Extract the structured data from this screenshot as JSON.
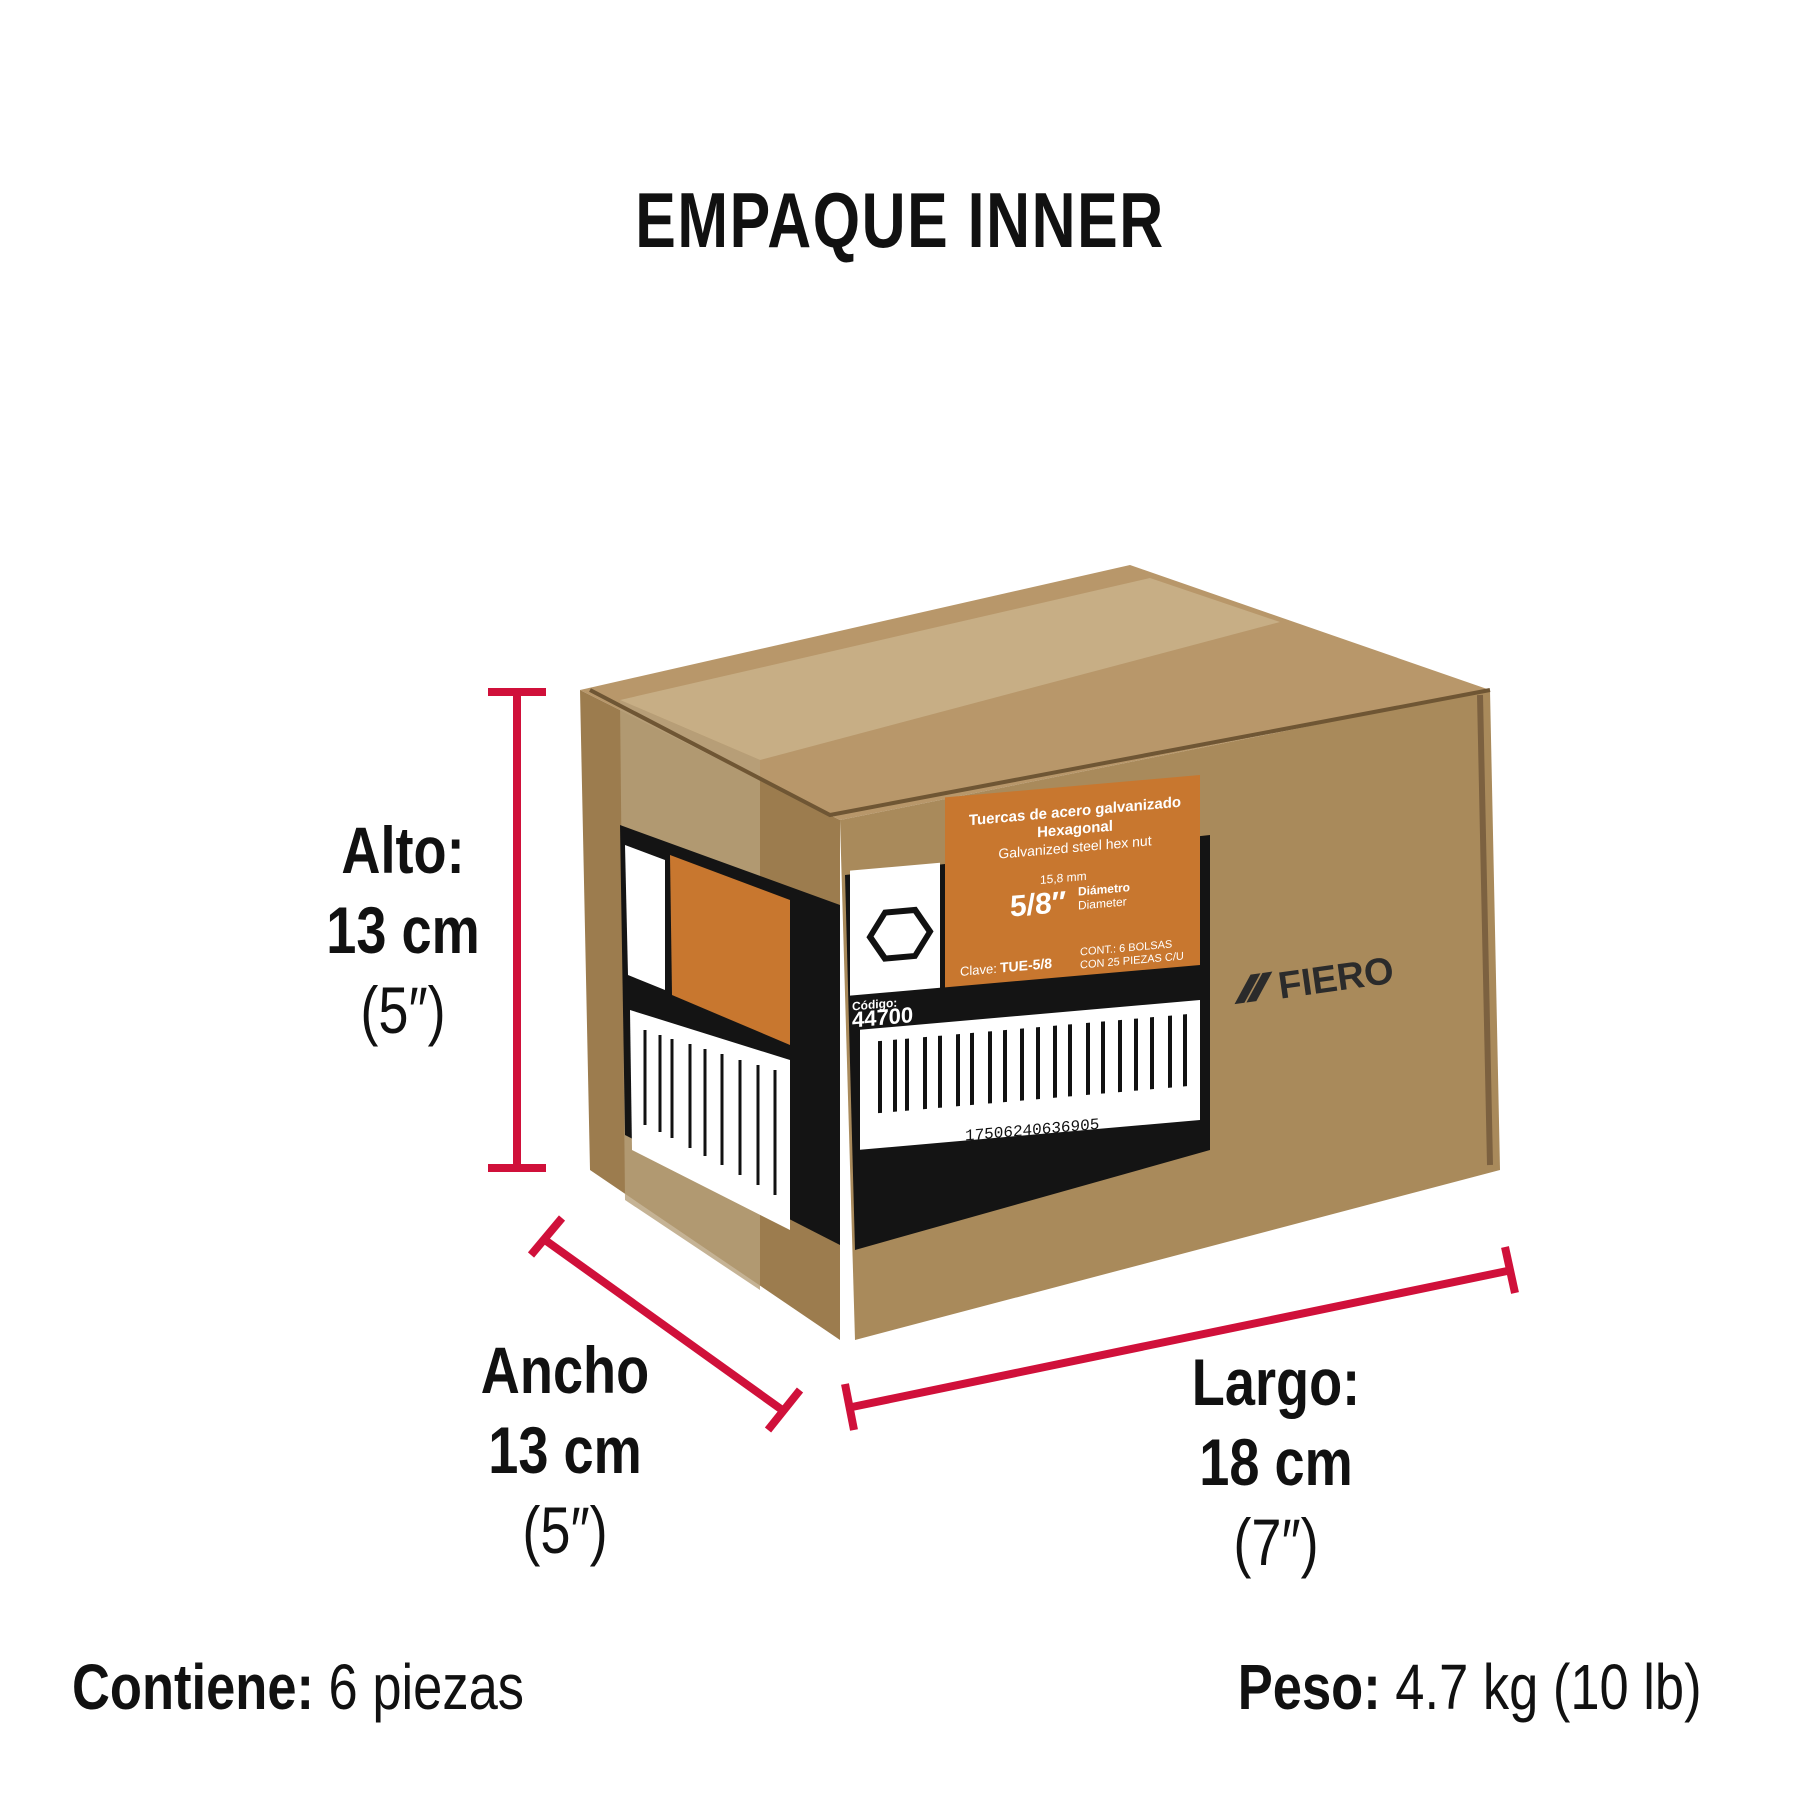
{
  "title": "EMPAQUE INNER",
  "dimensions": {
    "alto": {
      "label": "Alto:",
      "metric": "13 cm",
      "imperial": "(5″)"
    },
    "ancho": {
      "label": "Ancho",
      "metric": "13 cm",
      "imperial": "(5″)"
    },
    "largo": {
      "label": "Largo:",
      "metric": "18 cm",
      "imperial": "(7″)"
    }
  },
  "footer": {
    "contents_label": "Contiene:",
    "contents_value": "6 piezas",
    "weight_label": "Peso:",
    "weight_value": "4.7 kg (10 lb)"
  },
  "box_label": {
    "title_es": "Tuercas de acero galvanizado",
    "subtitle_es": "Hexagonal",
    "title_en": "Galvanized steel hex nut",
    "size_mm": "15,8 mm",
    "size_in": "5/8″",
    "diameter_es": "Diámetro",
    "diameter_en": "Diameter",
    "code_label": "Código:",
    "code": "44700",
    "clave_label": "Clave:",
    "clave": "TUE-5/8",
    "contents_line1": "CONT.: 6 BOLSAS",
    "contents_line2": "CON 25 PIEZAS C/U",
    "barcode": "17506240636905"
  },
  "brand": "FIERO",
  "colors": {
    "accent": "#d0103a",
    "cardboard": "#a8885a",
    "label_orange": "#c8772f"
  }
}
